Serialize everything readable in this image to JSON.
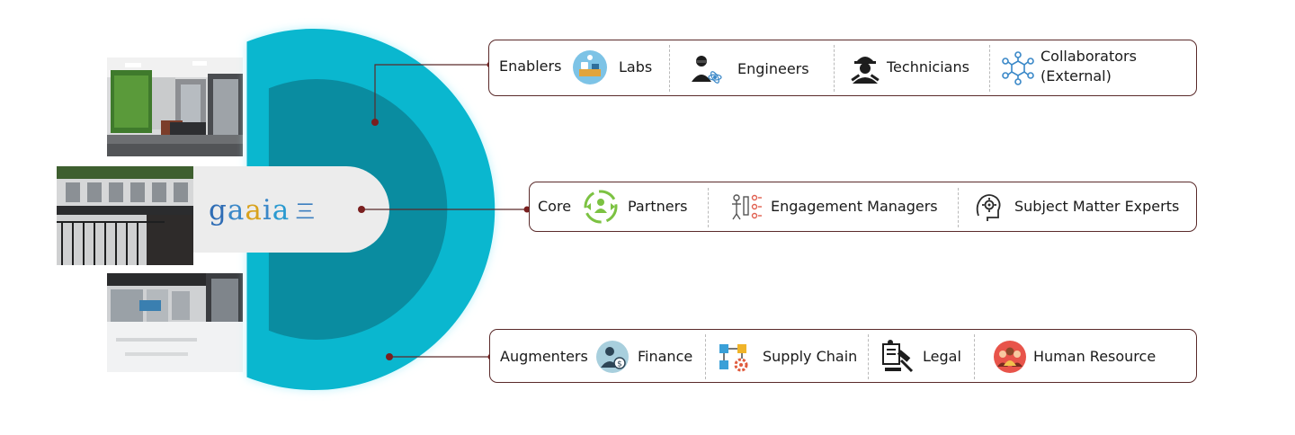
{
  "logo": {
    "letters": [
      "g",
      "a",
      "a",
      "i",
      "a"
    ],
    "mark": "三"
  },
  "colors": {
    "outer_ring": "#0ab7cf",
    "inner_ring": "#0a8ca0",
    "center_disc": "#ececec",
    "glow": "#bdf3fb",
    "border": "#5a2a2a",
    "dot": "#7a1f1f"
  },
  "rows": {
    "enablers": {
      "label": "Enablers",
      "items": [
        {
          "label": "Labs",
          "icon": "lab-bench-icon"
        },
        {
          "label": "Engineers",
          "icon": "engineer-icon"
        },
        {
          "label": "Technicians",
          "icon": "technician-icon"
        },
        {
          "label": "Collaborators",
          "label2": "(External)",
          "icon": "network-icon"
        }
      ]
    },
    "core": {
      "label": "Core",
      "items": [
        {
          "label": "Partners",
          "icon": "partners-icon"
        },
        {
          "label": "Engagement Managers",
          "icon": "engagement-managers-icon"
        },
        {
          "label": "Subject Matter Experts",
          "icon": "brain-gear-icon"
        }
      ]
    },
    "augmenters": {
      "label": "Augmenters",
      "items": [
        {
          "label": "Finance",
          "icon": "finance-icon"
        },
        {
          "label": "Supply Chain",
          "icon": "supply-chain-icon"
        },
        {
          "label": "Legal",
          "icon": "legal-icon"
        },
        {
          "label": "Human Resource",
          "icon": "human-resource-icon"
        }
      ]
    }
  }
}
